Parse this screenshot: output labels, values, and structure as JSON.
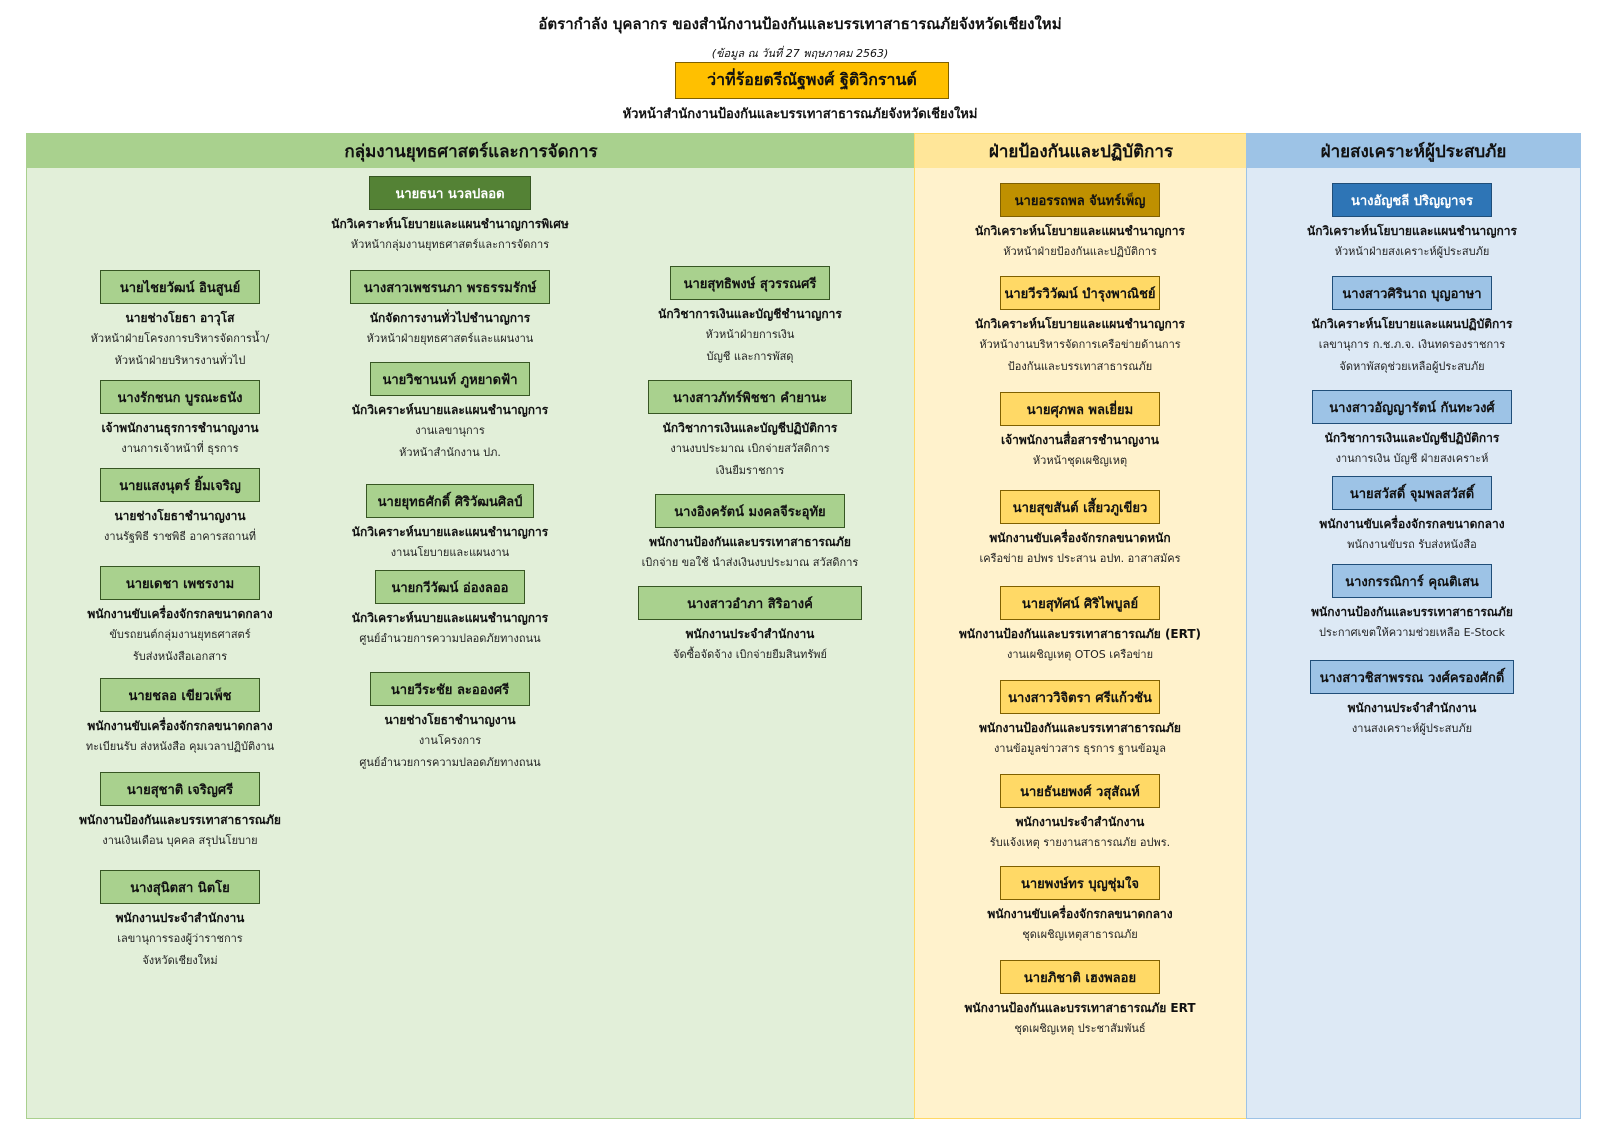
{
  "header": {
    "title": "อัตรากำลัง บุคลากร ของสำนักงานป้องกันและบรรเทาสาธารณภัยจังหวัดเชียงใหม่",
    "subtitle": "(ข้อมูล ณ วันที่ 27 พฤษภาคม 2563)",
    "chief_name": "ว่าที่ร้อยตรีณัฐพงศ์ ฐิติวิกรานต์",
    "chief_role": "หัวหน้าสำนักงานป้องกันและบรรเทาสาธารณภัยจังหวัดเชียงใหม่"
  },
  "sections": {
    "strategy": {
      "title": "กลุ่มงานยุทธศาสตร์และการจัดการ"
    },
    "prevention": {
      "title": "ฝ่ายป้องกันและปฏิบัติการ"
    },
    "welfare": {
      "title": "ฝ่ายสงเคราะห์ผู้ประสบภัย"
    }
  },
  "strategy_lead": {
    "name": "นายธนา นวลปลอด",
    "position": "นักวิเคราะห์นโยบายและแผนชำนาญการพิเศษ",
    "duty1": "หัวหน้ากลุ่มงานยุทธศาสตร์และการจัดการ"
  },
  "strategy_col1": [
    {
      "name": "นายไชยวัฒน์ อินสูนย์",
      "position": "นายช่างโยธา อาวุโส",
      "duty1": "หัวหน้าฝ่ายโครงการบริหารจัดการน้ำ/",
      "duty2": "หัวหน้าฝ่ายบริหารงานทั่วไป"
    },
    {
      "name": "นางรักชนก บูรณะธนัง",
      "position": "เจ้าพนักงานธุรการชำนาญงาน",
      "duty1": "งานการเจ้าหน้าที่ ธุรการ",
      "duty2": ""
    },
    {
      "name": "นายแสงนุตร์ ยิ้มเจริญ",
      "position": "นายช่างโยธาชำนาญงาน",
      "duty1": "งานรัฐพิธี ราชพิธี อาคารสถานที่",
      "duty2": ""
    },
    {
      "name": "นายเดชา เพชรงาม",
      "position": "พนักงานขับเครื่องจักรกลขนาดกลาง",
      "duty1": "ขับรถยนต์กลุ่มงานยุทธศาสตร์",
      "duty2": "รับส่งหนังสือเอกสาร"
    },
    {
      "name": "นายชลอ เขียวเพ็ช",
      "position": "พนักงานขับเครื่องจักรกลขนาดกลาง",
      "duty1": "ทะเบียนรับ ส่งหนังสือ คุมเวลาปฏิบัติงาน",
      "duty2": ""
    },
    {
      "name": "นายสุชาติ เจริญศรี",
      "position": "พนักงานป้องกันและบรรเทาสาธารณภัย",
      "duty1": "งานเงินเดือน บุคคล สรุปนโยบาย",
      "duty2": ""
    },
    {
      "name": "นางสุนิตสา นิตโย",
      "position": "พนักงานประจำสำนักงาน",
      "duty1": "เลขานุการรองผู้ว่าราชการ",
      "duty2": "จังหวัดเชียงใหม่"
    }
  ],
  "strategy_col2": [
    {
      "name": "นางสาวเพชรนภา พรธรรมรักษ์",
      "position": "นักจัดการงานทั่วไปชำนาญการ",
      "duty1": "หัวหน้าฝ่ายยุทธศาสตร์และแผนงาน",
      "duty2": ""
    },
    {
      "name": "นายวิชานนท์ ภูหยาดฟ้า",
      "position": "นักวิเคราะห์นบายและแผนชำนาญการ",
      "duty1": "งานเลขานุการ",
      "duty2": "หัวหน้าสำนักงาน ปภ."
    },
    {
      "name": "นายยุทธศักดิ์ ศิริวัฒนศิลป์",
      "position": "นักวิเคราะห์นบายและแผนชำนาญการ",
      "duty1": "งานนโยบายและแผนงาน",
      "duty2": ""
    },
    {
      "name": "นายกวีวัฒน์ อ่องลออ",
      "position": "นักวิเคราะห์นบายและแผนชำนาญการ",
      "duty1": "ศูนย์อำนวยการความปลอดภัยทางถนน",
      "duty2": ""
    },
    {
      "name": "นายวีระชัย ละอองศรี",
      "position": "นายช่างโยธาชำนาญงาน",
      "duty1": "งานโครงการ",
      "duty2": "ศูนย์อำนวยการความปลอดภัยทางถนน"
    }
  ],
  "strategy_col3": [
    {
      "name": "นายสุทธิพงษ์ สุวรรณศรี",
      "position": "นักวิชาการเงินและบัญชีชำนาญการ",
      "duty1": "หัวหน้าฝ่ายการเงิน",
      "duty2": "บัญชี และการพัสดุ"
    },
    {
      "name": "นางสาวภัทร์พิชชา คำยานะ",
      "position": "นักวิชาการเงินและบัญชีปฏิบัติการ",
      "duty1": "งานงบประมาณ เบิกจ่ายสวัสดิการ",
      "duty2": "เงินยืมราชการ"
    },
    {
      "name": "นางอิงครัตน์ มงคลจีระอุทัย",
      "position": "พนักงานป้องกันและบรรเทาสาธารณภัย",
      "duty1": "เบิกจ่าย ขอใช้ นำส่งเงินงบประมาณ สวัสดิการ",
      "duty2": ""
    },
    {
      "name": "นางสาวอำภา สิริอางค์",
      "position": "พนักงานประจำสำนักงาน",
      "duty1": "จัดซื้อจัดจ้าง เบิกจ่ายยืมสินทรัพย์",
      "duty2": ""
    }
  ],
  "prevention": [
    {
      "name": "นายอรรถพล จันทร์เพ็ญ",
      "position": "นักวิเคราะห์นโยบายและแผนชำนาญการ",
      "duty1": "หัวหน้าฝ่ายป้องกันและปฏิบัติการ",
      "duty2": ""
    },
    {
      "name": "นายวีรวิวัฒน์ บำรุงพาณิชย์",
      "position": "นักวิเคราะห์นโยบายและแผนชำนาญการ",
      "duty1": "หัวหน้างานบริหารจัดการเครือข่ายด้านการ",
      "duty2": "ป้องกันและบรรเทาสาธารณภัย"
    },
    {
      "name": "นายศุภพล พลเยี่ยม",
      "position": "เจ้าพนักงานสื่อสารชำนาญงาน",
      "duty1": "หัวหน้าชุดเผชิญเหตุ",
      "duty2": ""
    },
    {
      "name": "นายสุขสันต์ เสี้ยวภูเขียว",
      "position": "พนักงานขับเครื่องจักรกลขนาดหนัก",
      "duty1": "เครือข่าย อปพร ประสาน อปท. อาสาสมัคร",
      "duty2": ""
    },
    {
      "name": "นายสุทัศน์ ศิริไพบูลย์",
      "position": "พนักงานป้องกันและบรรเทาสาธารณภัย (ERT)",
      "duty1": "งานเผชิญเหตุ OTOS เครือข่าย",
      "duty2": ""
    },
    {
      "name": "นางสาววิจิตรา ศรีแก้วชัน",
      "position": "พนักงานป้องกันและบรรเทาสาธารณภัย",
      "duty1": "งานข้อมูลข่าวสาร ธุรการ ฐานข้อมูล",
      "duty2": ""
    },
    {
      "name": "นายธันยพงศ์ วสุสัณห์",
      "position": "พนักงานประจำสำนักงาน",
      "duty1": "รับแจ้งเหตุ รายงานสาธารณภัย อปพร.",
      "duty2": ""
    },
    {
      "name": "นายพงษ์ทร บุญชุ่มใจ",
      "position": "พนักงานขับเครื่องจักรกลขนาดกลาง",
      "duty1": "ชุดเผชิญเหตุสาธารณภัย",
      "duty2": ""
    },
    {
      "name": "นายภิชาติ เฮงพลอย",
      "position": "พนักงานป้องกันและบรรเทาสาธารณภัย ERT",
      "duty1": "ชุดเผชิญเหตุ ประชาสัมพันธ์",
      "duty2": ""
    }
  ],
  "welfare": [
    {
      "name": "นางอัญชลี ปริญญาจร",
      "position": "นักวิเคราะห์นโยบายและแผนชำนาญการ",
      "duty1": "หัวหน้าฝ่ายสงเคราะห์ผู้ประสบภัย",
      "duty2": ""
    },
    {
      "name": "นางสาวศิรินาถ บุญอาษา",
      "position": "นักวิเคราะห์นโยบายและแผนปฏิบัติการ",
      "duty1": "เลขานุการ ก.ช.ภ.จ. เงินทดรองราชการ",
      "duty2": "จัดหาพัสดุช่วยเหลือผู้ประสบภัย"
    },
    {
      "name": "นางสาวอัญญารัตน์ กันทะวงศ์",
      "position": "นักวิชาการเงินและบัญชีปฏิบัติการ",
      "duty1": "งานการเงิน บัญชี ฝ่ายสงเคราะห์",
      "duty2": ""
    },
    {
      "name": "นายสวัสดิ์ จุมพลสวัสดิ์",
      "position": "พนักงานขับเครื่องจักรกลขนาดกลาง",
      "duty1": "พนักงานขับรถ รับส่งหนังสือ",
      "duty2": ""
    },
    {
      "name": "นางกรรณิการ์ คุณติเสน",
      "position": "พนักงานป้องกันและบรรเทาสาธารณภัย",
      "duty1": "ประกาศเขตให้ความช่วยเหลือ E-Stock",
      "duty2": ""
    },
    {
      "name": "นางสาวชิสาพรรณ วงศ์ครองศักดิ์",
      "position": "พนักงานประจำสำนักงาน",
      "duty1": "งานสงเคราะห์ผู้ประสบภัย",
      "duty2": ""
    }
  ]
}
